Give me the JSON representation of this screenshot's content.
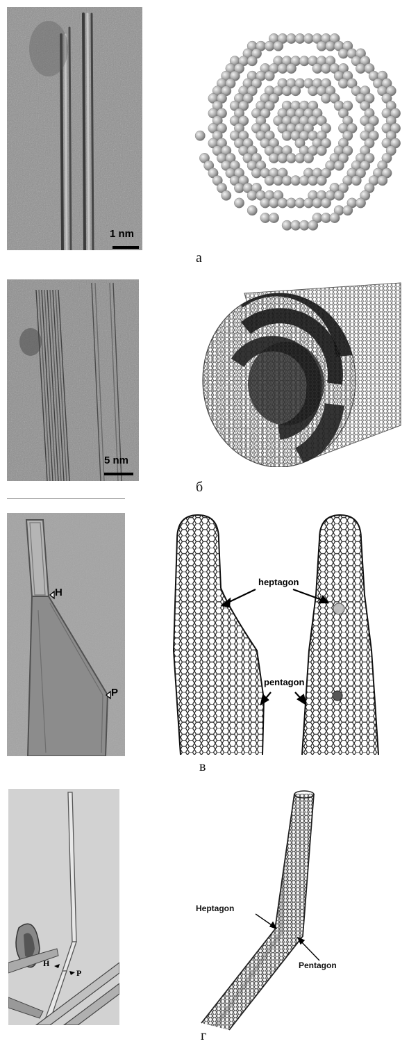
{
  "figure": {
    "panels": [
      {
        "id": "a",
        "label": "а",
        "scale_bar": "1 nm"
      },
      {
        "id": "b",
        "label": "б",
        "scale_bar": "5 nm"
      },
      {
        "id": "v",
        "label": "в",
        "tem_markers": [
          "H",
          "P"
        ],
        "annotations": {
          "heptagon": "heptagon",
          "pentagon": "pentagon"
        }
      },
      {
        "id": "g",
        "label": "г",
        "tem_markers": [
          "H",
          "P"
        ],
        "annotations": {
          "heptagon": "Heptagon",
          "pentagon": "Pentagon"
        }
      }
    ]
  }
}
